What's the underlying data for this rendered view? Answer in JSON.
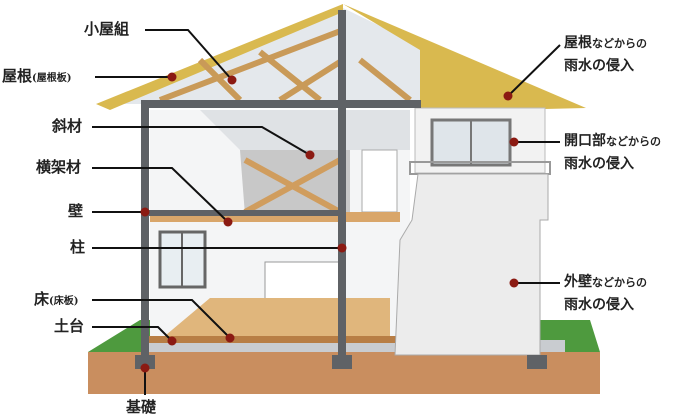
{
  "labels": {
    "koyagumi": "小屋組",
    "yane": "屋根",
    "yane_sub": "(屋根板)",
    "shazai": "斜材",
    "oukazai": "横架材",
    "kabe": "壁",
    "hashira": "柱",
    "yuka": "床",
    "yuka_sub": "(床板)",
    "dodai": "土台",
    "kiso": "基礎"
  },
  "callouts": [
    {
      "main": "屋根",
      "suffix": "などからの",
      "line2": "雨水の侵入"
    },
    {
      "main": "開口部",
      "suffix": "などからの",
      "line2": "雨水の侵入"
    },
    {
      "main": "外壁",
      "suffix": "などからの",
      "line2": "雨水の侵入"
    }
  ],
  "colors": {
    "marker": "#8b1a12",
    "roof": "#d9b94f",
    "wood": "#d9a66a",
    "frame": "#5f6266",
    "ground": "#c98e5f",
    "grass": "#4e9a3e"
  }
}
